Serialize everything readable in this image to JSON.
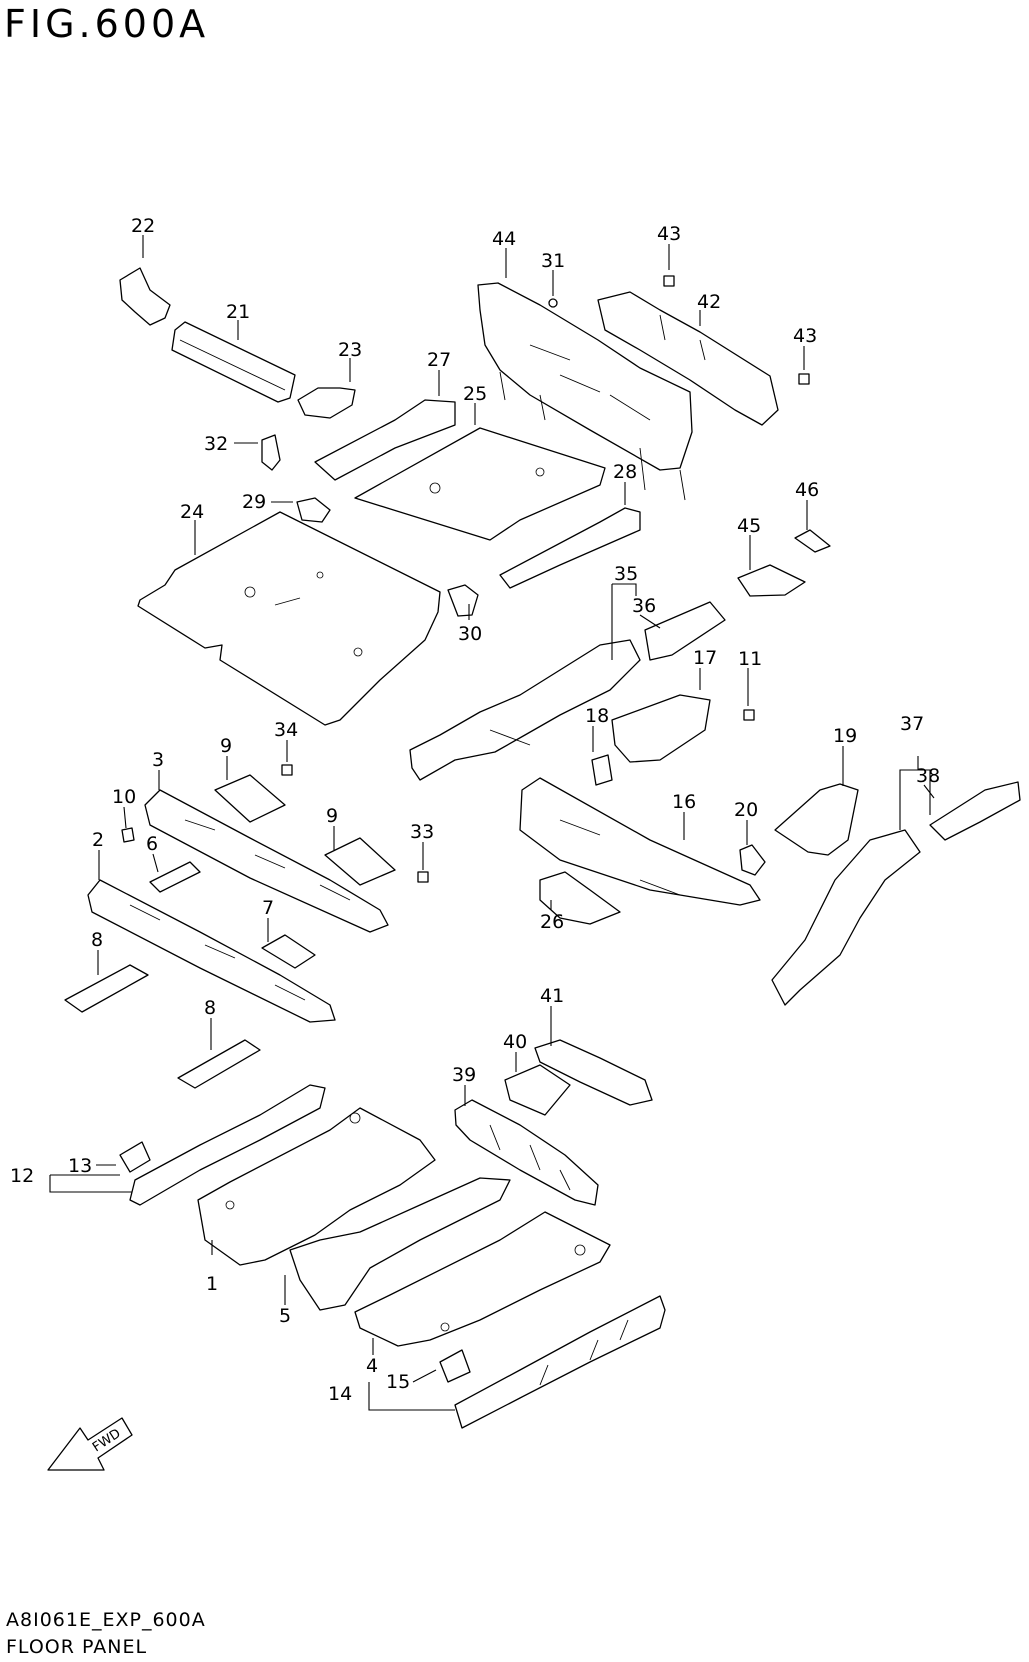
{
  "figure": {
    "title": "FIG.600A",
    "drawing_code": "A8I061E_EXP_600A",
    "drawing_name": "FLOOR PANEL",
    "fwd_label": "FWD"
  },
  "callouts": {
    "c1": "1",
    "c2": "2",
    "c3": "3",
    "c4": "4",
    "c5": "5",
    "c6": "6",
    "c7": "7",
    "c8a": "8",
    "c8b": "8",
    "c9a": "9",
    "c9b": "9",
    "c10": "10",
    "c11": "11",
    "c12": "12",
    "c13": "13",
    "c14": "14",
    "c15": "15",
    "c16": "16",
    "c17": "17",
    "c18": "18",
    "c19": "19",
    "c20": "20",
    "c21": "21",
    "c22": "22",
    "c23": "23",
    "c24": "24",
    "c25": "25",
    "c26": "26",
    "c27": "27",
    "c28": "28",
    "c29": "29",
    "c30": "30",
    "c31": "31",
    "c32": "32",
    "c33": "33",
    "c34": "34",
    "c35": "35",
    "c36": "36",
    "c37": "37",
    "c38": "38",
    "c39": "39",
    "c40": "40",
    "c41": "41",
    "c42": "42",
    "c43a": "43",
    "c43b": "43",
    "c44": "44",
    "c45": "45",
    "c46": "46"
  }
}
